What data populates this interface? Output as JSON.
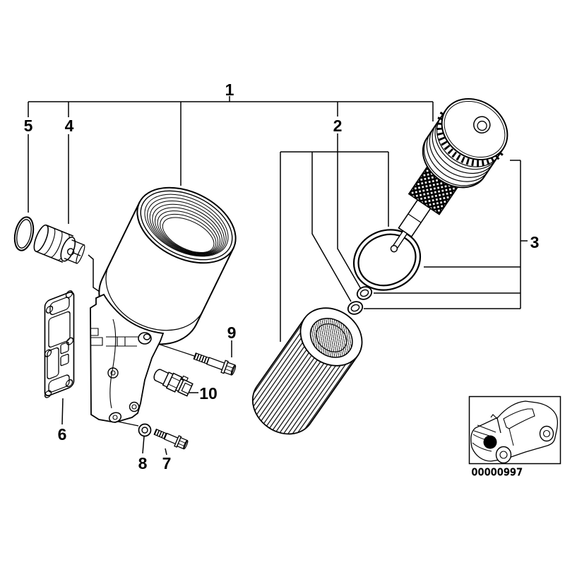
{
  "diagram": {
    "part_labels": {
      "p1": "1",
      "p2": "2",
      "p3": "3",
      "p4": "4",
      "p5": "5",
      "p6": "6",
      "p7": "7",
      "p8": "8",
      "p9": "9",
      "p10": "10"
    },
    "catalog_code": "00000997",
    "colors": {
      "ink": "#000000",
      "background": "#ffffff"
    }
  }
}
